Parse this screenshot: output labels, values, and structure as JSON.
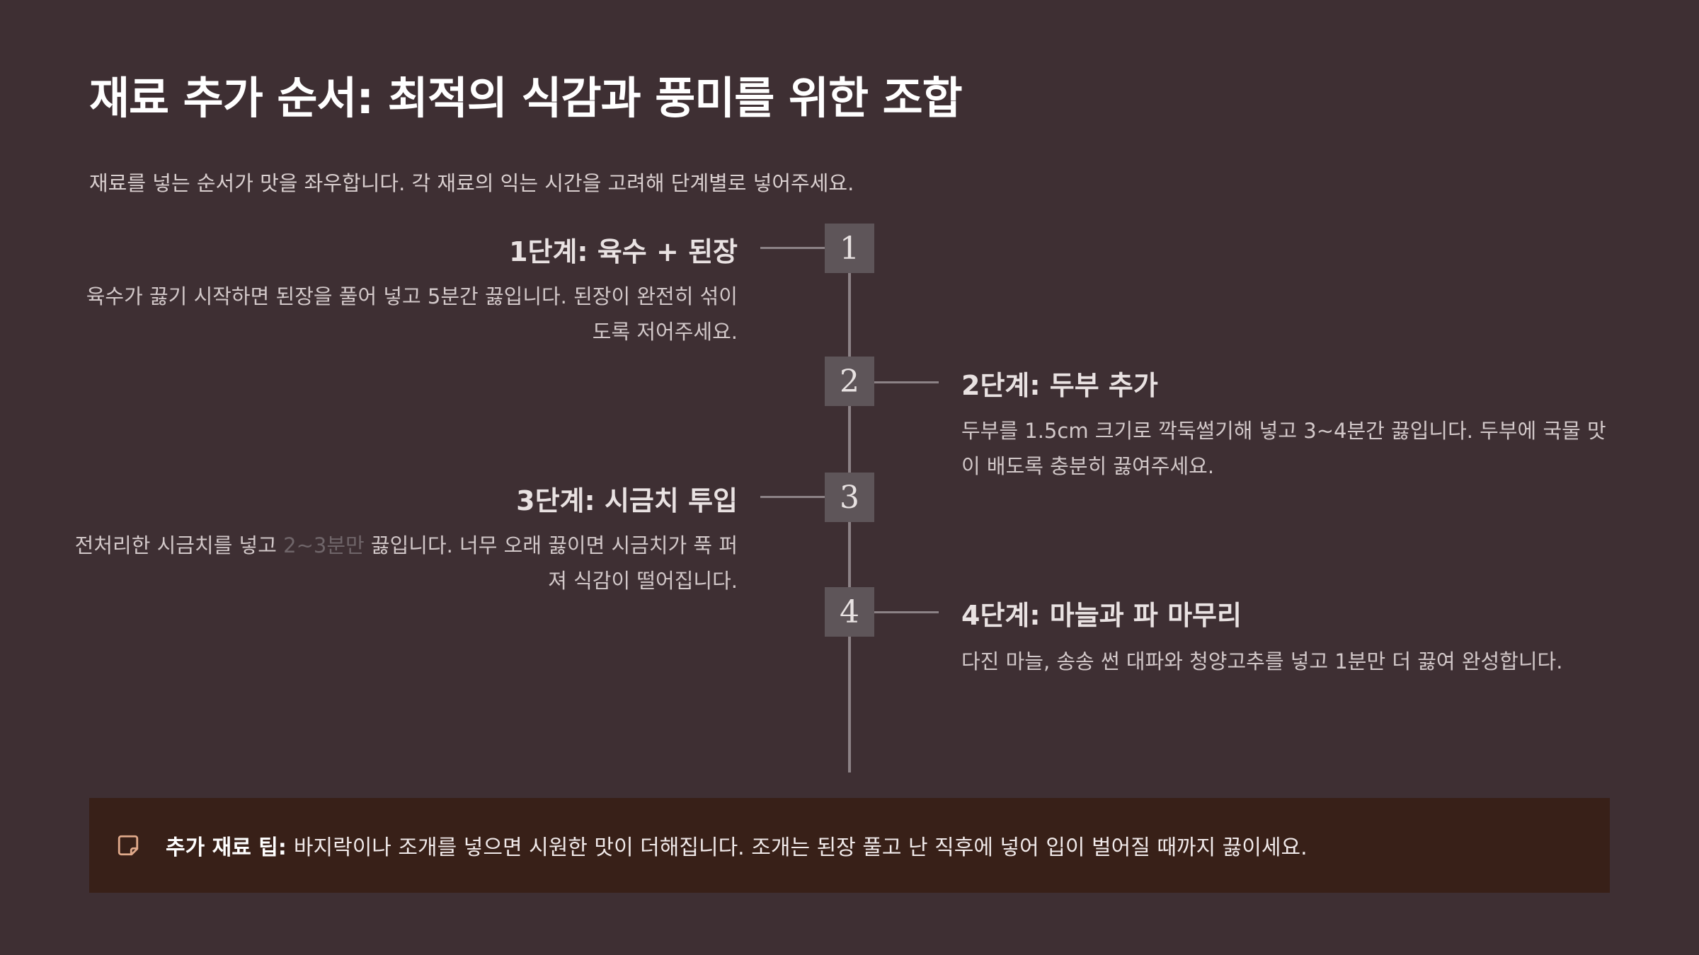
{
  "title": "재료 추가 순서: 최적의 식감과 풍미를 위한 조합",
  "subtitle": "재료를 넣는 순서가 맛을 좌우합니다. 각 재료의 익는 시간을 고려해 단계별로 넣어주세요.",
  "steps": [
    {
      "number": "1",
      "title": "1단계: 육수 + 된장",
      "desc": "육수가 끓기 시작하면 된장을 풀어 넣고 5분간 끓입니다. 된장이 완전히 섞이도록 저어주세요."
    },
    {
      "number": "2",
      "title": "2단계: 두부 추가",
      "desc": "두부를 1.5cm 크기로 깍둑썰기해 넣고 3~4분간 끓입니다. 두부에 국물 맛이 배도록 충분히 끓여주세요."
    },
    {
      "number": "3",
      "title": "3단계: 시금치 투입",
      "desc_before": "전처리한 시금치를 넣고 ",
      "desc_highlight": "2~3분만",
      "desc_after": " 끓입니다. 너무 오래 끓이면 시금치가 푹 퍼져 식감이 떨어집니다."
    },
    {
      "number": "4",
      "title": "4단계: 마늘과 파 마무리",
      "desc": "다진 마늘, 송송 썬 대파와 청양고추를 넣고 1분만 더 끓여 완성합니다."
    }
  ],
  "tip": {
    "icon": "sticky-note-icon",
    "label": "추가 재료 팁:",
    "text": "바지락이나 조개를 넣으면 시원한 맛이 더해집니다. 조개는 된장 풀고 난 직후에 넣어 입이 벌어질 때까지 끓이세요."
  },
  "colors": {
    "background": "#3e2f33",
    "tip_background": "#382018",
    "step_box": "#5e5559",
    "icon_accent": "#e0a98a"
  }
}
